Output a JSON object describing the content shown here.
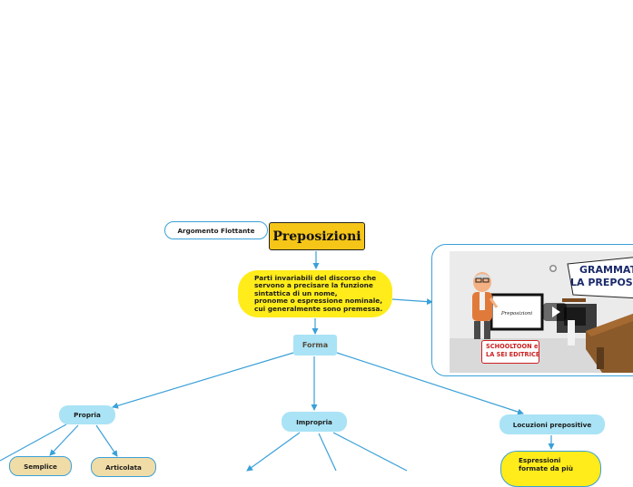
{
  "floating_topic": "Argomento Flottante",
  "title": "Preposizioni",
  "definition": [
    "Parti invariabili del discorso che",
    "servono a precisare la funzione",
    "sintattica di un nome,",
    "pronome o espressione nominale,",
    "cui generalmente sono premessa."
  ],
  "forma": "Forma",
  "propria": "Propria",
  "impropria": "Impropria",
  "locuzioni": "Locuzioni prepositive",
  "semplice": "Semplice",
  "articolata": "Articolata",
  "espressioni": [
    "Espressioni",
    "formate da più"
  ],
  "video": {
    "title_line1": "GRAMMATI",
    "title_line2": "LA PREPOSIZ",
    "board_text": "Preposizioni",
    "brand_line1": "SCHOOLTOON e",
    "brand_line2": "LA SEI EDITRICE"
  },
  "colors": {
    "title_fill": "#f5c518",
    "definition_fill": "#ffec1a",
    "category_fill": "#a9e3f5",
    "leaf_fill": "#f0dca6",
    "connector": "#3aa0d8"
  }
}
